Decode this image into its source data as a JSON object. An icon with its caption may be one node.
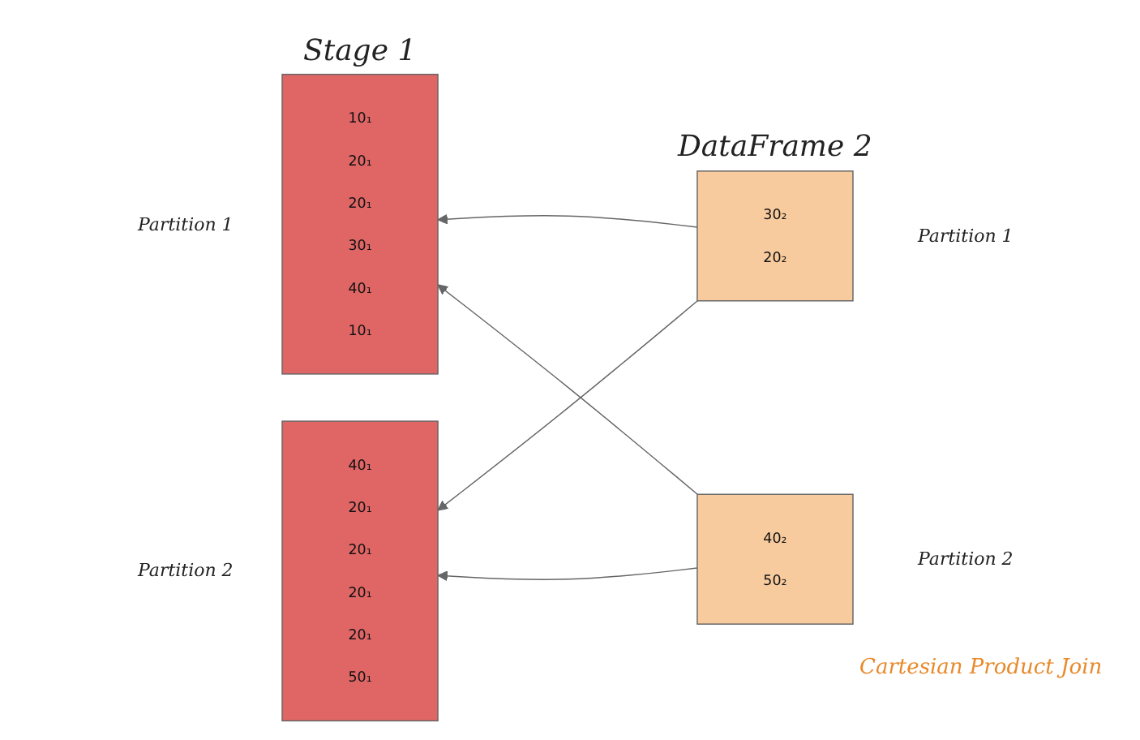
{
  "diagram": {
    "caption": "Cartesian Product Join",
    "nodes": [
      {
        "text": [
          "10₁",
          "20₁",
          "20₁",
          "30₁",
          "40₁",
          "10₁"
        ],
        "beside": [
          "Partition 1"
        ]
      },
      {
        "text": [
          "40₁",
          "20₁",
          "20₁",
          "20₁",
          "20₁",
          "50₁"
        ],
        "beside": [
          "Partition 2"
        ]
      },
      {
        "text": [
          "30₂",
          "20₂"
        ],
        "beside": [
          "Partition 1"
        ]
      },
      {
        "text": [
          "40₂",
          "50₂"
        ],
        "beside": [
          "Partition 2"
        ]
      }
    ],
    "edges": [
      {
        "from": 2,
        "to": 0,
        "arrow": "to"
      },
      {
        "from": 2,
        "to": 1,
        "arrow": "to"
      },
      {
        "from": 3,
        "to": 0,
        "arrow": "to"
      },
      {
        "from": 3,
        "to": 1,
        "arrow": "to"
      }
    ],
    "labels": [
      "Stage 1",
      "DataFrame 2"
    ]
  }
}
